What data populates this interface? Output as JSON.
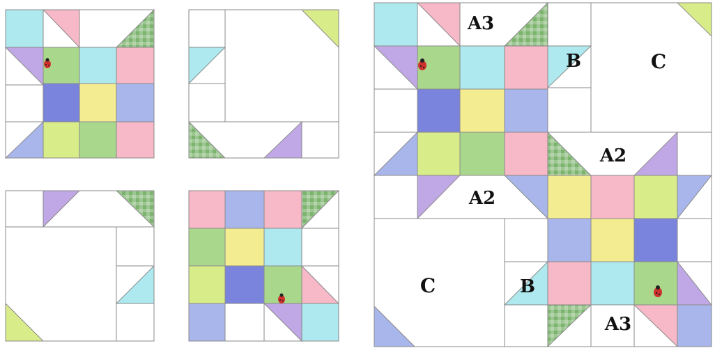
{
  "colors": {
    "white": "#ffffff",
    "line": "#8a8a8a",
    "aqua": "#aee9ef",
    "pink": "#f7b8c7",
    "green": "#a9d88d",
    "lime": "#d9ec8a",
    "blue": "#a9b6ec",
    "navy": "#7b84dc",
    "yellow": "#f4ec91",
    "lilac": "#c0a8e6",
    "gingham": "#7cb46e"
  },
  "assembled": {
    "labels": {
      "a3_top": "A3",
      "b_top": "B",
      "c_top": "C",
      "a2_mid_right": "A2",
      "a2_mid_left": "A2",
      "c_bottom": "C",
      "b_bottom": "B",
      "a3_bottom": "A3"
    }
  },
  "icons": {
    "ladybug": "ladybug-icon"
  }
}
